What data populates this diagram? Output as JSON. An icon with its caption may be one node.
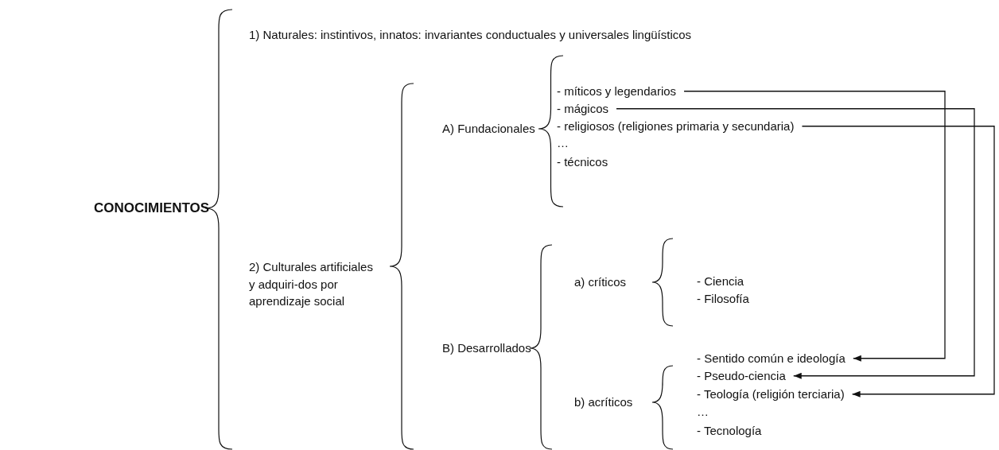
{
  "diagram": {
    "nodes": [
      {
        "text": [
          "- míticos y legendarios"
        ]
      },
      {
        "text": [
          "- mágicos"
        ]
      },
      {
        "text": [
          "- religiosos (religiones primaria y secundaria)"
        ]
      },
      {
        "text": [
          "- Sentido común e ideología"
        ]
      },
      {
        "text": [
          "- Pseudo-ciencia"
        ]
      },
      {
        "text": [
          "- Teología (religión terciaria)"
        ]
      }
    ],
    "edges": [
      {
        "from": 0,
        "to": 3,
        "arrow": "to"
      },
      {
        "from": 1,
        "to": 4,
        "arrow": "to"
      },
      {
        "from": 2,
        "to": 5,
        "arrow": "to"
      }
    ],
    "labels": [
      "CONOCIMIENTOS",
      "1) Naturales: instintivos, innatos: invariantes conductuales y universales lingüísticos",
      "2) Culturales artificiales y adquiri-dos por aprendizaje social",
      "A) Fundacionales",
      "…",
      "- técnicos",
      "B) Desarrollados",
      "a) críticos",
      "- Ciencia",
      "- Filosofía",
      "b) acríticos",
      "…",
      "- Tecnología"
    ]
  }
}
